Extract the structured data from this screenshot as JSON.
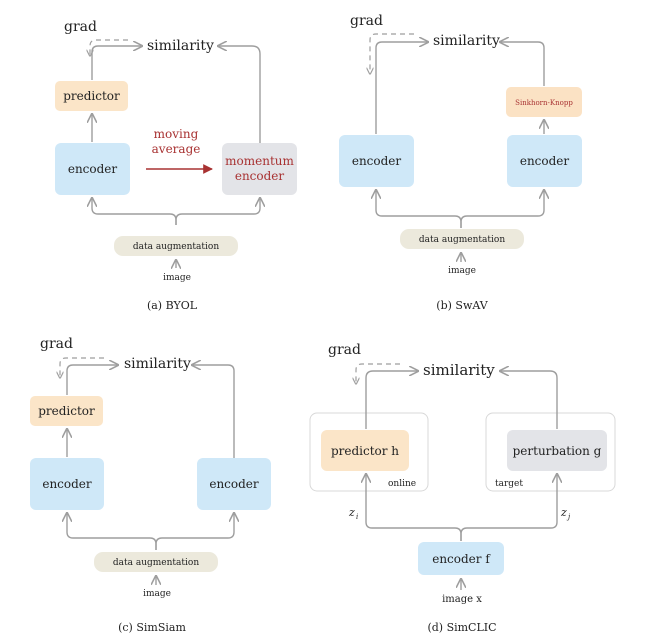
{
  "colors": {
    "encoder_fill": "#cfe8f8",
    "predictor_fill": "#fbe5c8",
    "momentum_fill": "#e3e4e8",
    "aug_fill": "#ece9dc",
    "sinkhorn_fill": "#fbe2c4",
    "red_text": "#a83232",
    "arrow": "#9e9e9e"
  },
  "byol": {
    "grad": "grad",
    "similarity": "similarity",
    "predictor": "predictor",
    "encoder": "encoder",
    "moving_average_line1": "moving",
    "moving_average_line2": "average",
    "momentum_line1": "momentum",
    "momentum_line2": "encoder",
    "augmentation": "data augmentation",
    "image": "image",
    "caption": "(a)  BYOL"
  },
  "swav": {
    "grad": "grad",
    "similarity": "similarity",
    "encoder_left": "encoder",
    "encoder_right": "encoder",
    "sinkhorn": "Sinkhorn-Knopp",
    "augmentation": "data augmentation",
    "image": "image",
    "caption": "(b)  SwAV"
  },
  "simsiam": {
    "grad": "grad",
    "similarity": "similarity",
    "predictor": "predictor",
    "encoder_left": "encoder",
    "encoder_right": "encoder",
    "augmentation": "data augmentation",
    "image": "image",
    "caption": "(c)  SimSiam"
  },
  "simclic": {
    "grad": "grad",
    "similarity": "similarity",
    "predictor": "predictor h",
    "perturbation": "perturbation g",
    "online": "online",
    "target": "target",
    "z_left": "z",
    "z_left_sub": "i",
    "z_right": "z",
    "z_right_sub": "j",
    "encoder": "encoder f",
    "image": "image  x",
    "caption": "(d)  SimCLIC"
  }
}
